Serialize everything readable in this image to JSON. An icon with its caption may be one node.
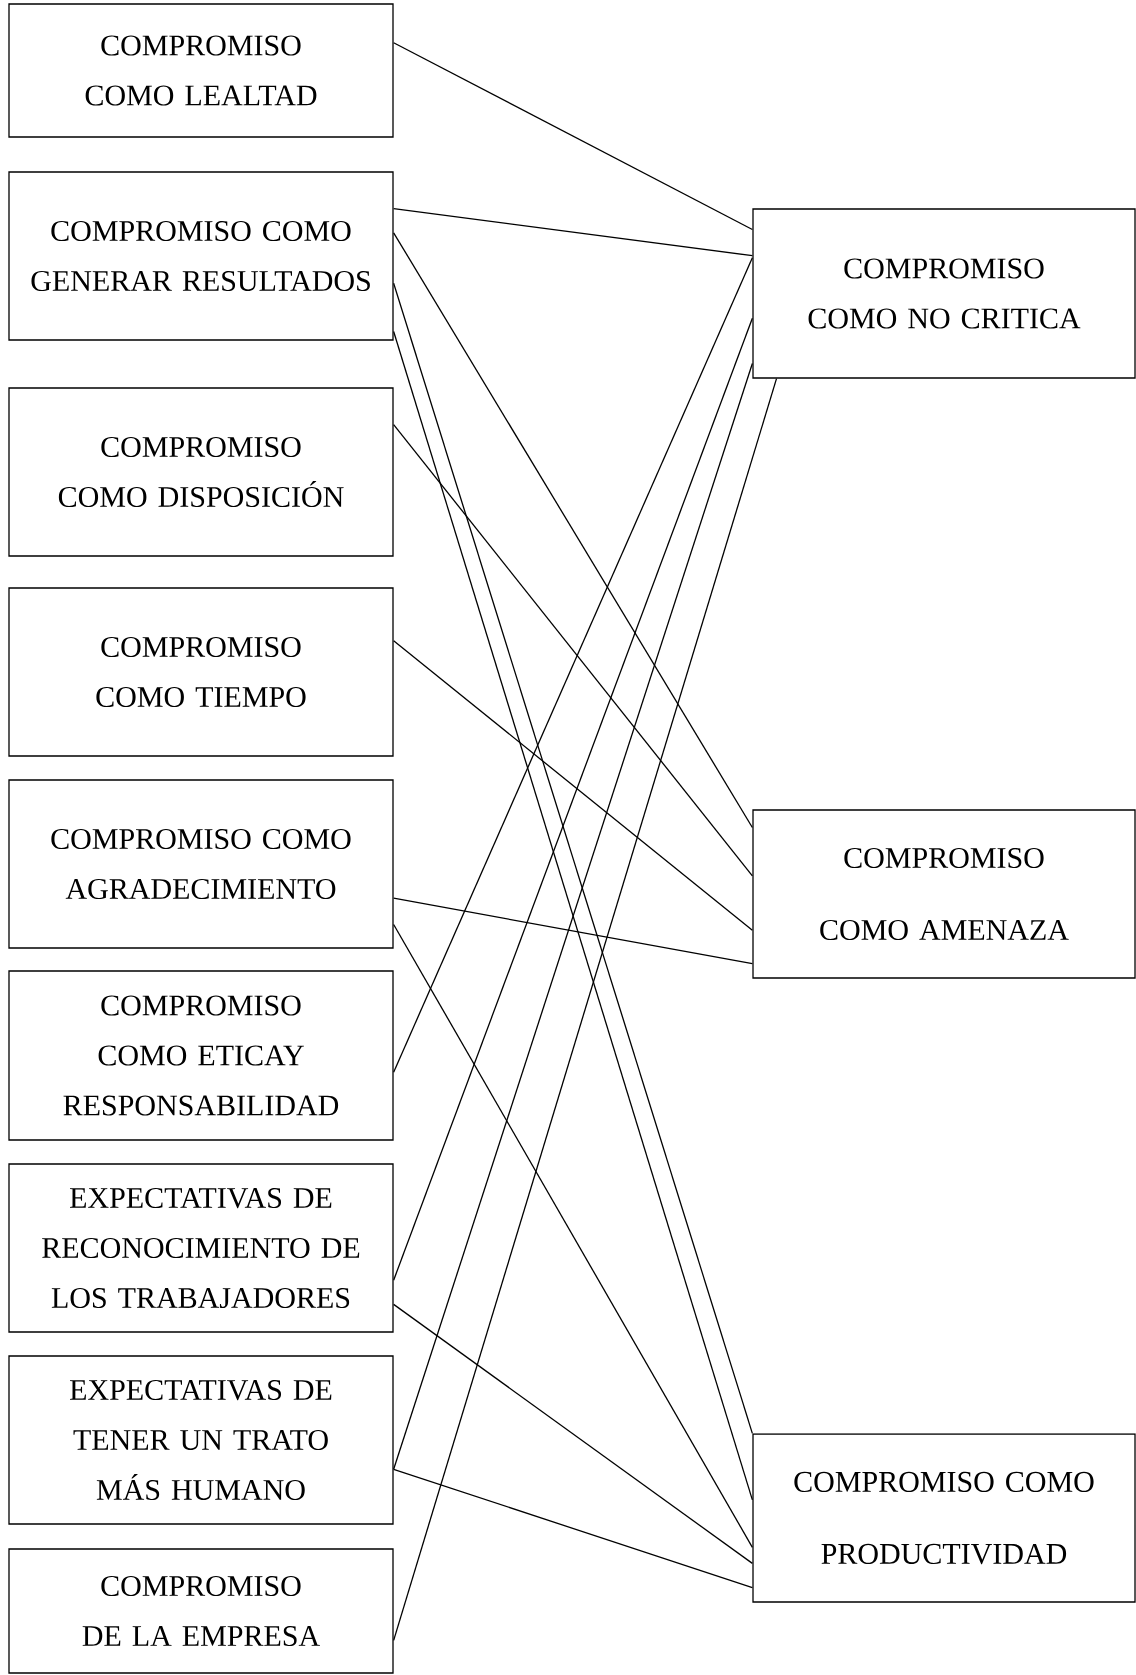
{
  "diagram": {
    "nodes": [
      {
        "text": [
          "COMPROMISO COMO LEALTAD"
        ]
      },
      {
        "text": [
          "COMPROMISO COMO GENERAR RESULTADOS"
        ]
      },
      {
        "text": [
          "COMPROMISO COMO DISPOSICIÓN"
        ]
      },
      {
        "text": [
          "COMPROMISO COMO TIEMPO"
        ]
      },
      {
        "text": [
          "COMPROMISO COMO AGRADECIMIENTO"
        ]
      },
      {
        "text": [
          "COMPROMISO COMO ETICAY RESPONSABILIDAD"
        ]
      },
      {
        "text": [
          "EXPECTATIVAS DE RECONOCIMIENTO DE LOS TRABAJADORES"
        ]
      },
      {
        "text": [
          "EXPECTATIVAS DE TENER UN TRATO MÁS HUMANO"
        ]
      },
      {
        "text": [
          "COMPROMISO DE LA EMPRESA"
        ]
      },
      {
        "text": [
          "COMPROMISO COMO NO CRITICA"
        ]
      },
      {
        "text": [
          "COMPROMISO COMO AMENAZA"
        ]
      },
      {
        "text": [
          "COMPROMISO COMO PRODUCTIVIDAD"
        ]
      }
    ],
    "edges": [
      {
        "from": 0,
        "to": 9,
        "arrow": "none"
      },
      {
        "from": 1,
        "to": 9,
        "arrow": "none"
      },
      {
        "from": 1,
        "to": 10,
        "arrow": "none"
      },
      {
        "from": 1,
        "to": 11,
        "arrow": "none"
      },
      {
        "from": 1,
        "to": 11,
        "arrow": "none"
      },
      {
        "from": 2,
        "to": 10,
        "arrow": "none"
      },
      {
        "from": 3,
        "to": 10,
        "arrow": "none"
      },
      {
        "from": 4,
        "to": 10,
        "arrow": "none"
      },
      {
        "from": 4,
        "to": 11,
        "arrow": "none"
      },
      {
        "from": 5,
        "to": 9,
        "arrow": "none"
      },
      {
        "from": 6,
        "to": 9,
        "arrow": "none"
      },
      {
        "from": 6,
        "to": 11,
        "arrow": "none"
      },
      {
        "from": 7,
        "to": 9,
        "arrow": "none"
      },
      {
        "from": 7,
        "to": 11,
        "arrow": "none"
      },
      {
        "from": 8,
        "to": 9,
        "arrow": "none"
      }
    ]
  }
}
